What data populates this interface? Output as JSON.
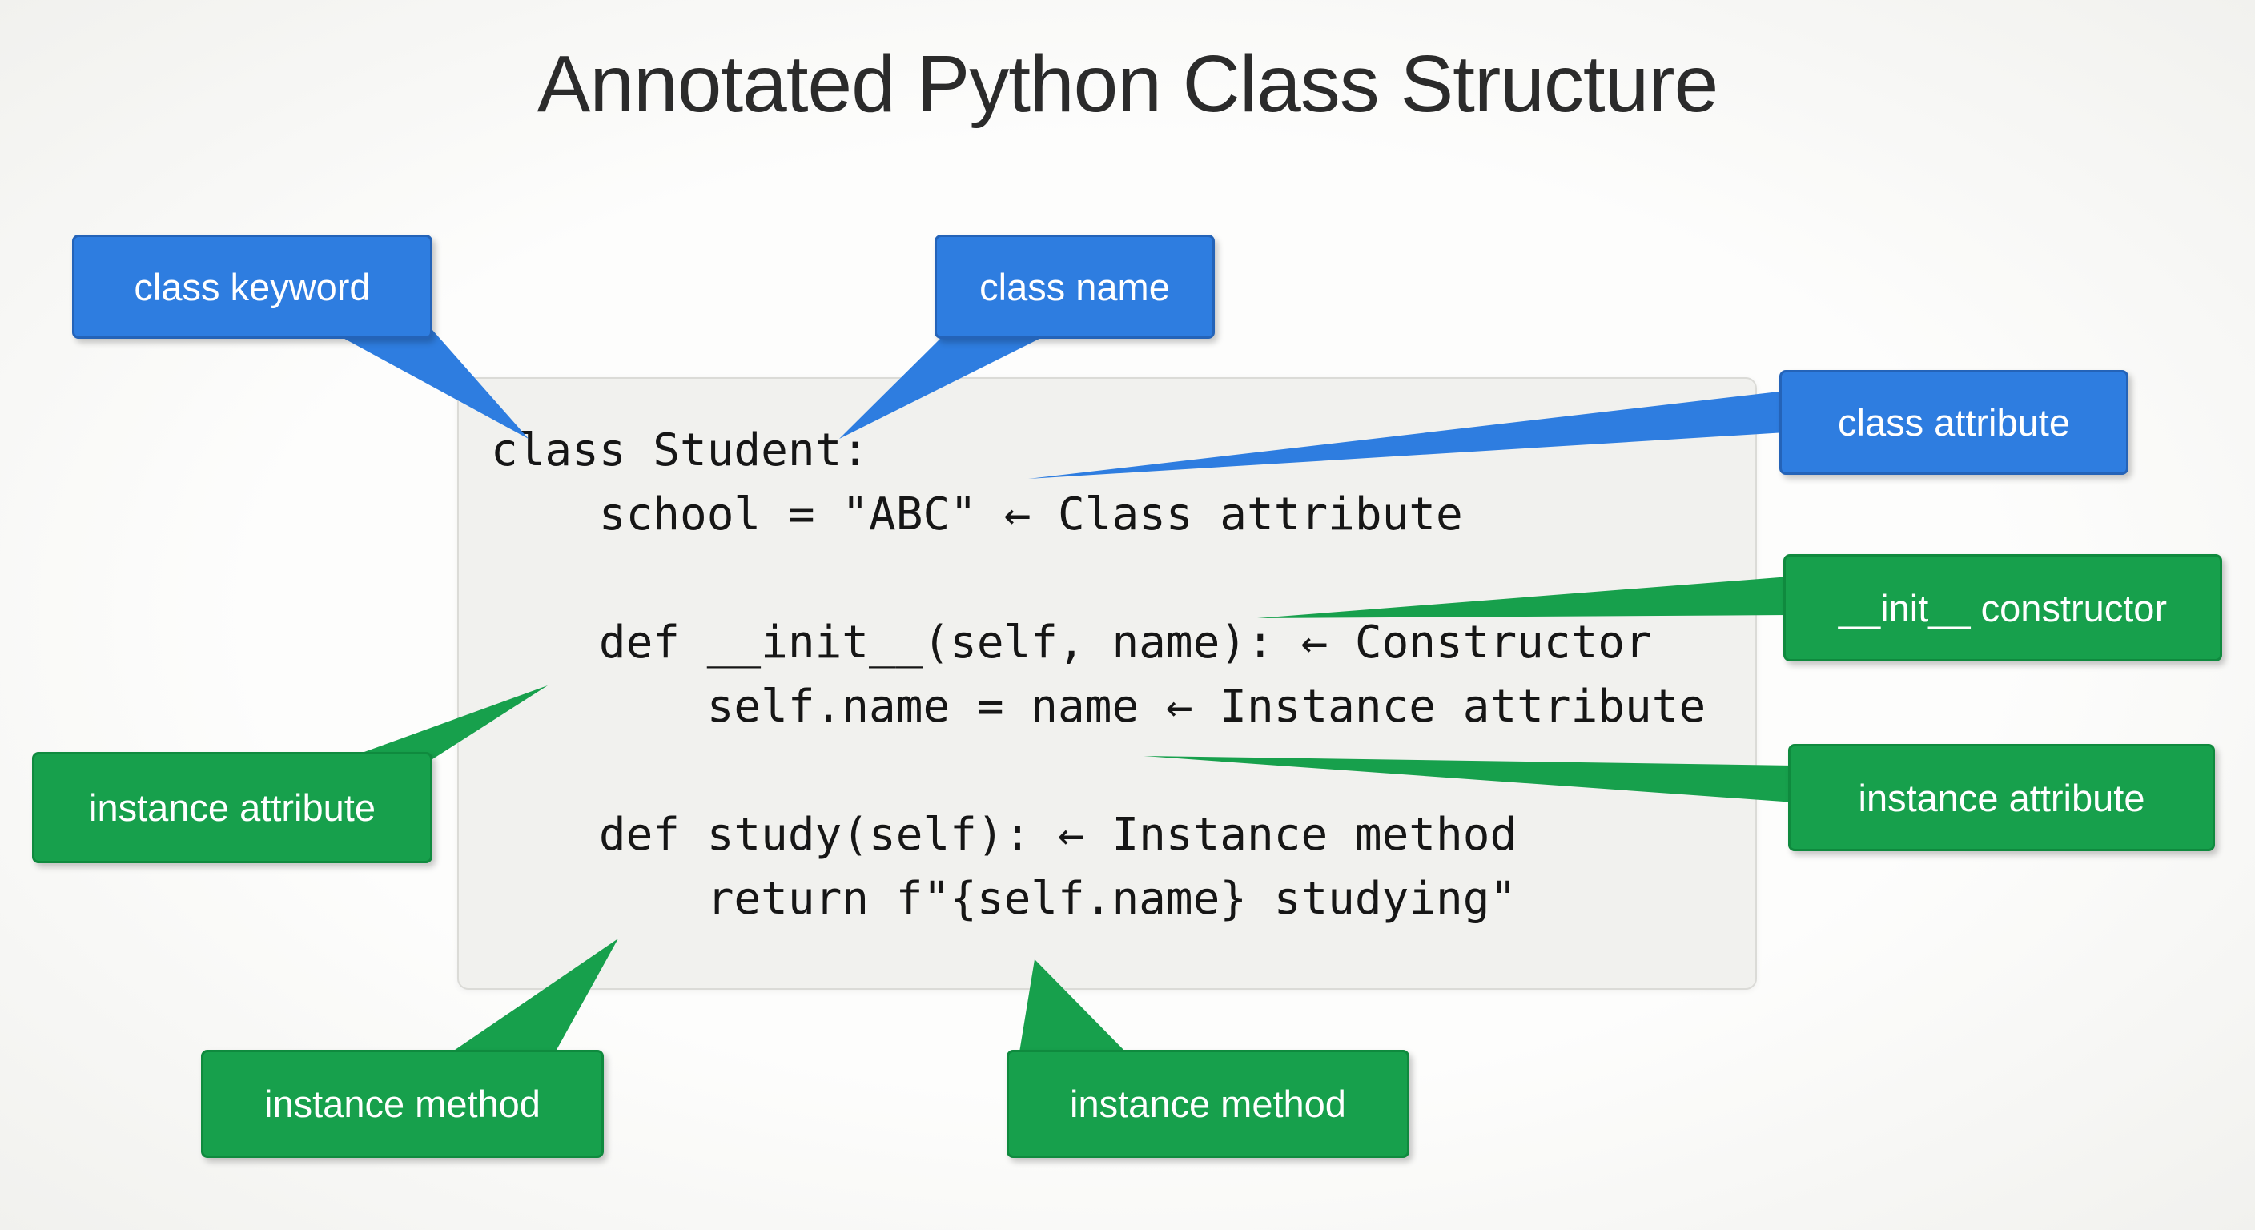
{
  "title": "Annotated Python Class Structure",
  "colors": {
    "blue_label": "#2e7de0",
    "green_label": "#17a04c",
    "code_background": "#f1f1ee",
    "code_text": "#161616"
  },
  "code": {
    "lines": [
      "class Student:",
      "    school = \"ABC\" ← Class attribute",
      "",
      "    def __init__(self, name): ← Constructor",
      "        self.name = name ← Instance attribute",
      "",
      "    def study(self): ← Instance method",
      "        return f\"{self.name} studying\""
    ]
  },
  "labels": [
    {
      "id": "class-keyword",
      "text": "class keyword",
      "color": "blue"
    },
    {
      "id": "class-name",
      "text": "class name",
      "color": "blue"
    },
    {
      "id": "class-attribute",
      "text": "class attribute",
      "color": "blue"
    },
    {
      "id": "init-constructor",
      "text": "__init__ constructor",
      "color": "green"
    },
    {
      "id": "instance-attribute-right",
      "text": "instance attribute",
      "color": "green"
    },
    {
      "id": "instance-attribute-left",
      "text": "instance attribute",
      "color": "green"
    },
    {
      "id": "instance-method-left",
      "text": "instance method",
      "color": "green"
    },
    {
      "id": "instance-method-center",
      "text": "instance method",
      "color": "green"
    }
  ]
}
